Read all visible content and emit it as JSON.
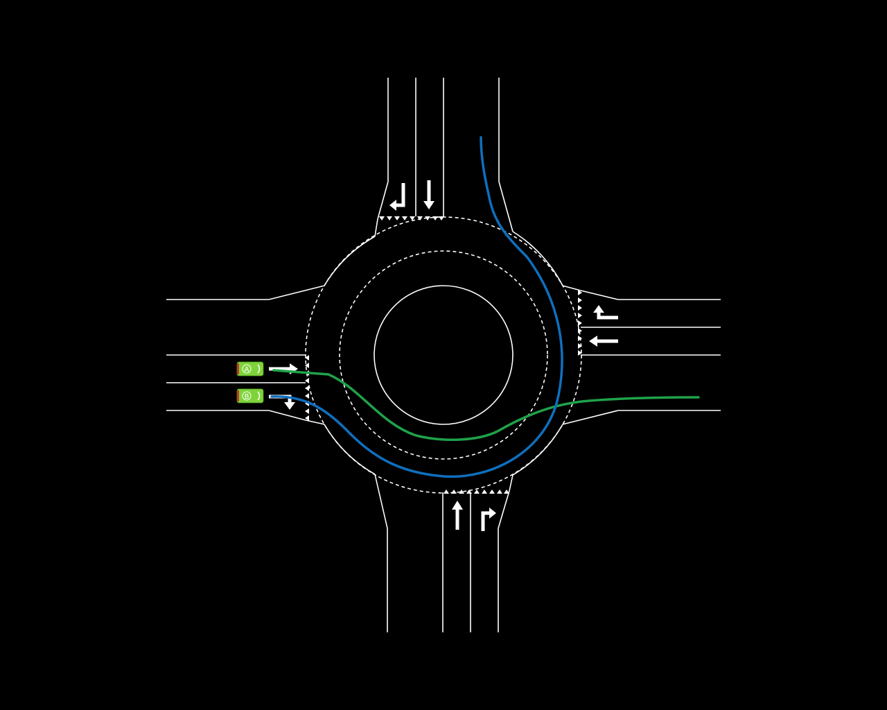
{
  "diagram": {
    "background": "#000000",
    "line_color": "#ffffff",
    "vehicles": [
      {
        "label": "A",
        "color": "#7fd33a",
        "path_color": "#1fa24a"
      },
      {
        "label": "B",
        "color": "#7fd33a",
        "path_color": "#0f6fbe"
      }
    ],
    "lane_arrows": [
      {
        "approach": "north",
        "lane": 1,
        "icon": "turn-right-icon"
      },
      {
        "approach": "north",
        "lane": 2,
        "icon": "straight-arrow-icon"
      },
      {
        "approach": "east",
        "lane": 1,
        "icon": "turn-right-icon"
      },
      {
        "approach": "east",
        "lane": 2,
        "icon": "straight-arrow-icon"
      },
      {
        "approach": "south",
        "lane": 1,
        "icon": "straight-arrow-icon"
      },
      {
        "approach": "south",
        "lane": 2,
        "icon": "turn-right-icon"
      },
      {
        "approach": "west",
        "lane": 1,
        "icon": "straight-arrow-icon"
      },
      {
        "approach": "west",
        "lane": 2,
        "icon": "turn-right-icon"
      }
    ]
  }
}
